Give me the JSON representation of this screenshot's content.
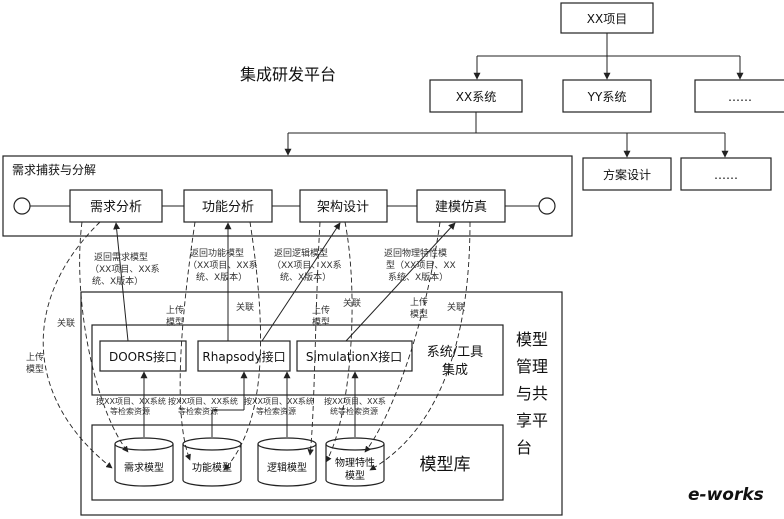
{
  "platform_title": "集成研发平台",
  "tree": {
    "project": "XX项目",
    "systems": [
      "XX系统",
      "YY系统",
      "……"
    ],
    "children": [
      "方案设计",
      "……"
    ]
  },
  "requirements": {
    "title": "需求捕获与分解",
    "stages": [
      "需求分析",
      "功能分析",
      "架构设计",
      "建模仿真"
    ]
  },
  "return_labels": [
    [
      "返回需求模型",
      "（XX项目、XX系",
      "统、X版本）"
    ],
    [
      "返回功能模型",
      "（XX项目、XX系",
      "统、X版本）"
    ],
    [
      "返回逻辑模型",
      "（XX项目、XX系",
      "统、X版本）"
    ],
    [
      "返回物理特性模",
      "型（XX项目、XX",
      "系统、X版本）"
    ]
  ],
  "edge_labels": {
    "upload": "上传\n模型",
    "relate": "关联"
  },
  "management": {
    "title": [
      "模型",
      "管理",
      "与共",
      "享平",
      "台"
    ],
    "integration_label": [
      "系统/工具",
      "集成"
    ],
    "interfaces": [
      "DOORS接口",
      "Rhapsody接口",
      "SimulationX接口"
    ],
    "search_labels": [
      [
        "按XX项目、XX系统",
        "等检索资源"
      ],
      [
        "按XX项目、XX系统",
        "等检索资源"
      ],
      [
        "按XX项目、XX系统",
        "等检索资源"
      ],
      [
        "按XX项目、XX系",
        "统等检索资源"
      ]
    ],
    "repo_label": "模型库",
    "models": [
      [
        "需求模型"
      ],
      [
        "功能模型"
      ],
      [
        "逻辑模型"
      ],
      [
        "物理特性",
        "模型"
      ]
    ]
  },
  "watermark": "e-works"
}
